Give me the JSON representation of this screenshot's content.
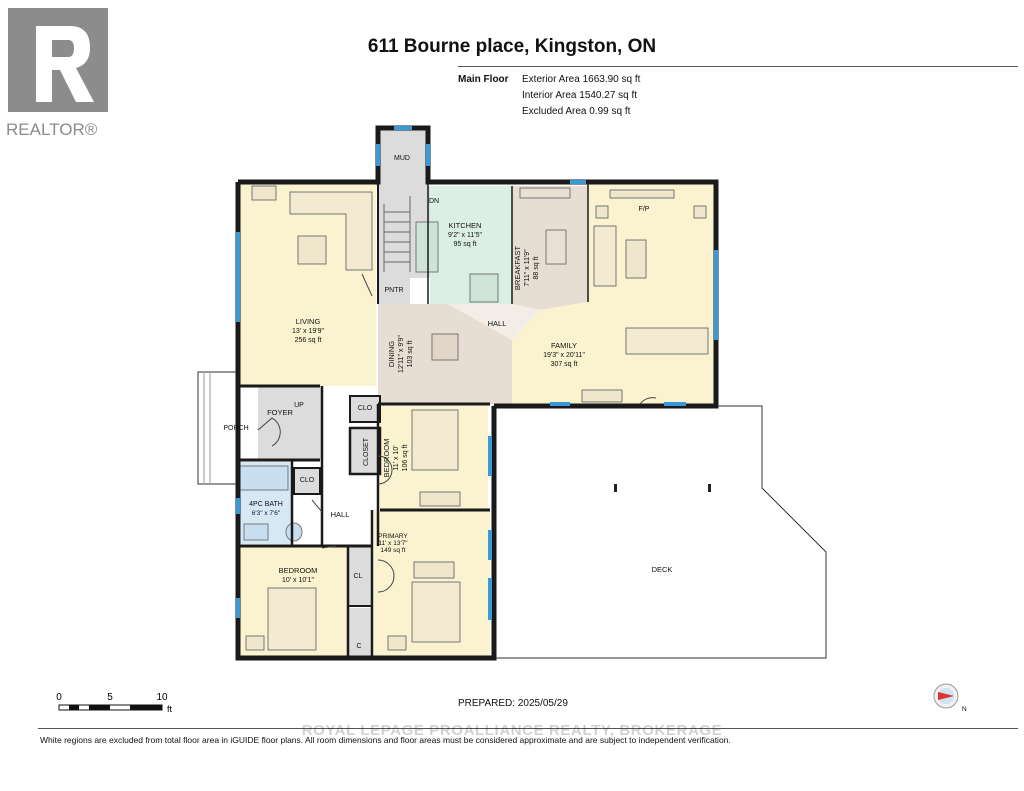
{
  "header": {
    "title": "611 Bourne place, Kingston, ON",
    "floor_label": "Main Floor",
    "exterior_area": "Exterior Area 1663.90 sq ft",
    "interior_area": "Interior Area 1540.27 sq ft",
    "excluded_area": "Excluded Area 0.99 sq ft"
  },
  "logo": {
    "icon": "realtor-r-logo",
    "text": "REALTOR®"
  },
  "rooms": {
    "mud": "MUD",
    "dn": "DN",
    "kitchen_name": "KITCHEN",
    "kitchen_dim": "9'2\" x 11'5\"",
    "kitchen_area": "95 sq ft",
    "breakfast_name": "BREAKFAST",
    "breakfast_dim": "7'11\" x 11'9\"",
    "breakfast_area": "88 sq ft",
    "fp": "F/P",
    "living_name": "LIVING",
    "living_dim": "13' x 19'9\"",
    "living_area": "256 sq ft",
    "pntr": "PNTR",
    "hall_upper": "HALL",
    "dining_name": "DINING",
    "dining_dim": "12'11\" x 9'9\"",
    "dining_area": "103 sq ft",
    "family_name": "FAMILY",
    "family_dim": "19'3\" x 20'11\"",
    "family_area": "307 sq ft",
    "up": "UP",
    "foyer": "FOYER",
    "clo_upper": "CLO",
    "porch": "PORCH",
    "closet": "CLOSET",
    "bedroom_mid_name": "BEDROOM",
    "bedroom_mid_dim": "11' x 10'",
    "bedroom_mid_area": "106 sq ft",
    "clo_bath": "CLO",
    "bath_name": "4PC BATH",
    "bath_dim": "6'3\" x 7'6\"",
    "hall_lower": "HALL",
    "primary_name": "PRIMARY",
    "primary_dim": "11' x 13'7\"",
    "primary_area": "149 sq ft",
    "bedroom_low_name": "BEDROOM",
    "bedroom_low_dim": "10' x 10'1\"",
    "cl": "CL",
    "c": "C",
    "deck": "DECK"
  },
  "scale": {
    "t0": "0",
    "t5": "5",
    "t10": "10",
    "unit": "ft"
  },
  "prepared": "PREPARED:  2025/05/29",
  "compass": {
    "icon": "compass-icon",
    "label": "N"
  },
  "watermark": "ROYAL LEPAGE PROALLIANCE REALTY, BROKERAGE",
  "disclaimer": "White regions are excluded from total floor area in iGUIDE floor plans. All room dimensions and floor areas must be considered approximate and are subject to independent verification.",
  "colors": {
    "wall": "#1a1a1a",
    "window": "#3a9ad9",
    "living": "#fbf3d0",
    "kitchen": "#dcefe4",
    "dining": "#e8ddd2",
    "bath": "#d6e8f4",
    "utility": "#dcdcdc",
    "logo": "#8c8c8c"
  }
}
